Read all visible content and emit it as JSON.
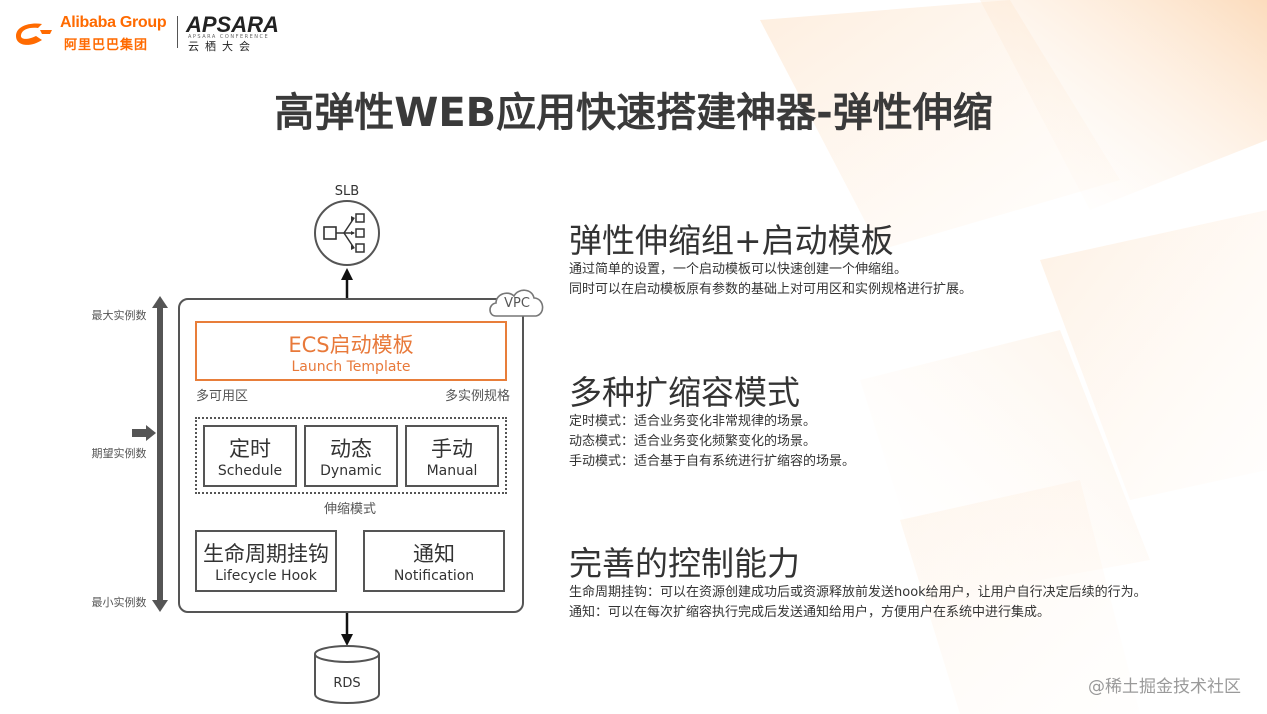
{
  "header": {
    "alibaba_en": "Alibaba Group",
    "alibaba_cn": "阿里巴巴集团",
    "apsara_en": "APSARA",
    "apsara_sub": "APSARA CONFERENCE",
    "apsara_cn": "云栖大会"
  },
  "title": "高弹性WEB应用快速搭建神器-弹性伸缩",
  "diagram": {
    "slb": "SLB",
    "vpc": "VPC",
    "launch_template_cn": "ECS启动模板",
    "launch_template_en": "Launch Template",
    "multi_az": "多可用区",
    "multi_spec": "多实例规格",
    "modes": [
      {
        "cn": "定时",
        "en": "Schedule"
      },
      {
        "cn": "动态",
        "en": "Dynamic"
      },
      {
        "cn": "手动",
        "en": "Manual"
      }
    ],
    "mode_caption": "伸缩模式",
    "lifecycle_cn": "生命周期挂钩",
    "lifecycle_en": "Lifecycle Hook",
    "notify_cn": "通知",
    "notify_en": "Notification",
    "rds": "RDS",
    "max_instances": "最大实例数",
    "desired_instances": "期望实例数",
    "min_instances": "最小实例数"
  },
  "sections": [
    {
      "title": "弹性伸缩组+启动模板",
      "lines": [
        "通过简单的设置，一个启动模板可以快速创建一个伸缩组。",
        "同时可以在启动模板原有参数的基础上对可用区和实例规格进行扩展。"
      ]
    },
    {
      "title": "多种扩缩容模式",
      "lines": [
        "定时模式：适合业务变化非常规律的场景。",
        "动态模式：适合业务变化频繁变化的场景。",
        "手动模式：适合基于自有系统进行扩缩容的场景。"
      ]
    },
    {
      "title": "完善的控制能力",
      "lines": [
        "生命周期挂钩：可以在资源创建成功后或资源释放前发送hook给用户，让用户自行决定后续的行为。",
        "通知：可以在每次扩缩容执行完成后发送通知给用户，方便用户在系统中进行集成。"
      ]
    }
  ],
  "watermark": "@稀土掘金技术社区",
  "colors": {
    "accent": "#e8793a",
    "brand": "#ff6a00",
    "text": "#333333"
  }
}
